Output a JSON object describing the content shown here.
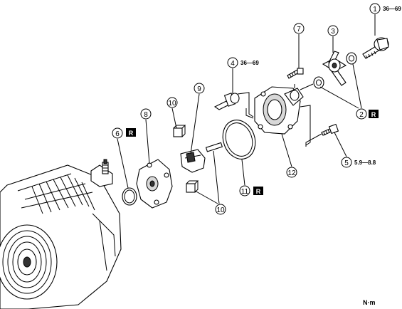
{
  "callouts": {
    "c1": "1",
    "c2": "2",
    "c3": "3",
    "c4": "4",
    "c5": "5",
    "c6": "6",
    "c7": "7",
    "c8": "8",
    "c9": "9",
    "c10a": "10",
    "c10b": "10",
    "c11": "11",
    "c12": "12"
  },
  "torques": {
    "t1": "36—69",
    "t4": "36—69",
    "t5": "5.9—8.8"
  },
  "replace_badge": "R",
  "unit_label": "N·m"
}
